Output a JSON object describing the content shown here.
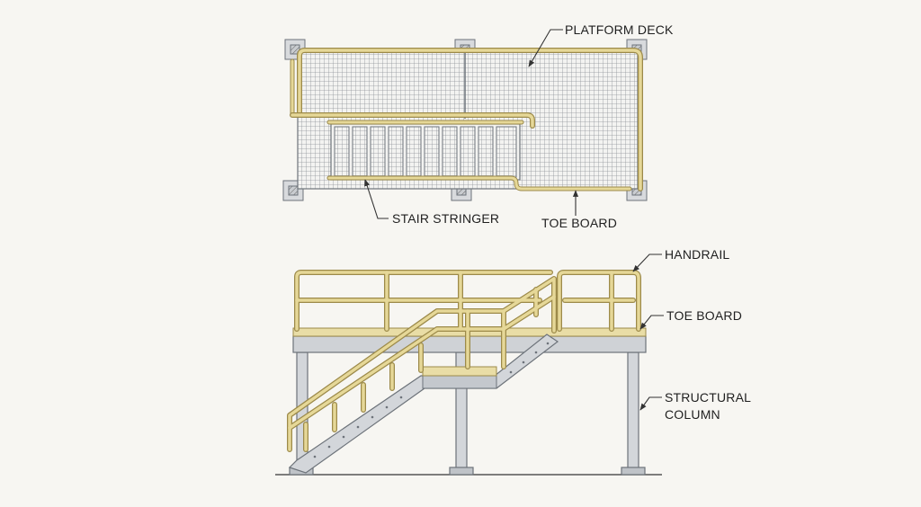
{
  "colors": {
    "background": "#f7f6f2",
    "rail": "#e6d898",
    "rail_edge": "#9c8a4a",
    "steel": "#d3d6da",
    "steel_edge": "#6d737a",
    "grating": "#8f949a",
    "leader": "#333333"
  },
  "labels": {
    "platform_deck": "PLATFORM DECK",
    "stair_stringer": "STAIR STRINGER",
    "toe_board_plan": "TOE BOARD",
    "handrail": "HANDRAIL",
    "toe_board_elevation": "TOE BOARD",
    "structural_column_line1": "STRUCTURAL",
    "structural_column_line2": "COLUMN"
  }
}
